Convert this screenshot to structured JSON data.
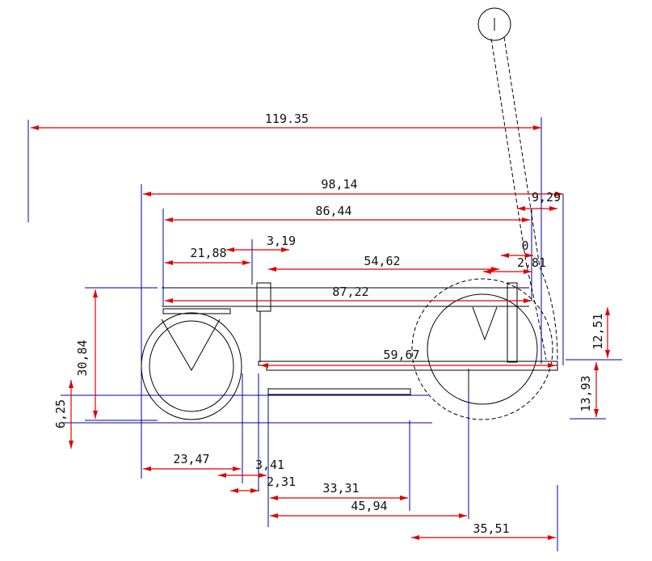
{
  "drawing": {
    "dimensions": {
      "overall_length": "119.35",
      "body_length": "98,14",
      "frame_length": "86,44",
      "handle_offset": "9,29",
      "front_overhang": "21,88",
      "post_width": "3,19",
      "post_spacing": "54,62",
      "rear_zero": "0",
      "rear_offset": "2,81",
      "rail_length": "87,22",
      "base_length": "59,67",
      "body_height": "30,84",
      "ground_clearance": "6,25",
      "rear_height": "12,51",
      "base_height": "13,93",
      "front_wheel_offset": "23,47",
      "gap_a": "3,41",
      "gap_b": "2,31",
      "tray_length": "33,31",
      "axle_distance": "45,94",
      "rear_section": "35,51"
    }
  }
}
